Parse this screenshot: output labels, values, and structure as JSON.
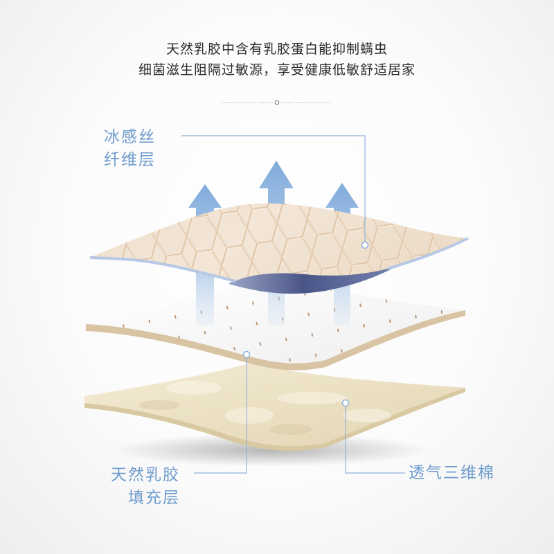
{
  "headline": {
    "line1": "天然乳胶中含有乳胶蛋白能抑制螨虫",
    "line2": "细菌滋生阻隔过敏源，享受健康低敏舒适居家"
  },
  "labels": {
    "ice_silk": {
      "line1": "冰感丝",
      "line2": "纤维层"
    },
    "latex": {
      "line1": "天然乳胶",
      "line2": "填充层"
    },
    "cotton": {
      "text": "透气三维棉"
    }
  },
  "colors": {
    "label_blue": "#6e9ccd",
    "arrow_blue": "#8fb6de",
    "top_layer": "#efe2d2",
    "latex_layer": "#f6f4f1",
    "cotton_layer": "#eee4c9",
    "edge_blue": "#b6c8e6",
    "underside_blue": "#5c6b98"
  },
  "icons": {
    "arrow": "arrow-up-icon",
    "marker": "dot-marker-icon"
  }
}
